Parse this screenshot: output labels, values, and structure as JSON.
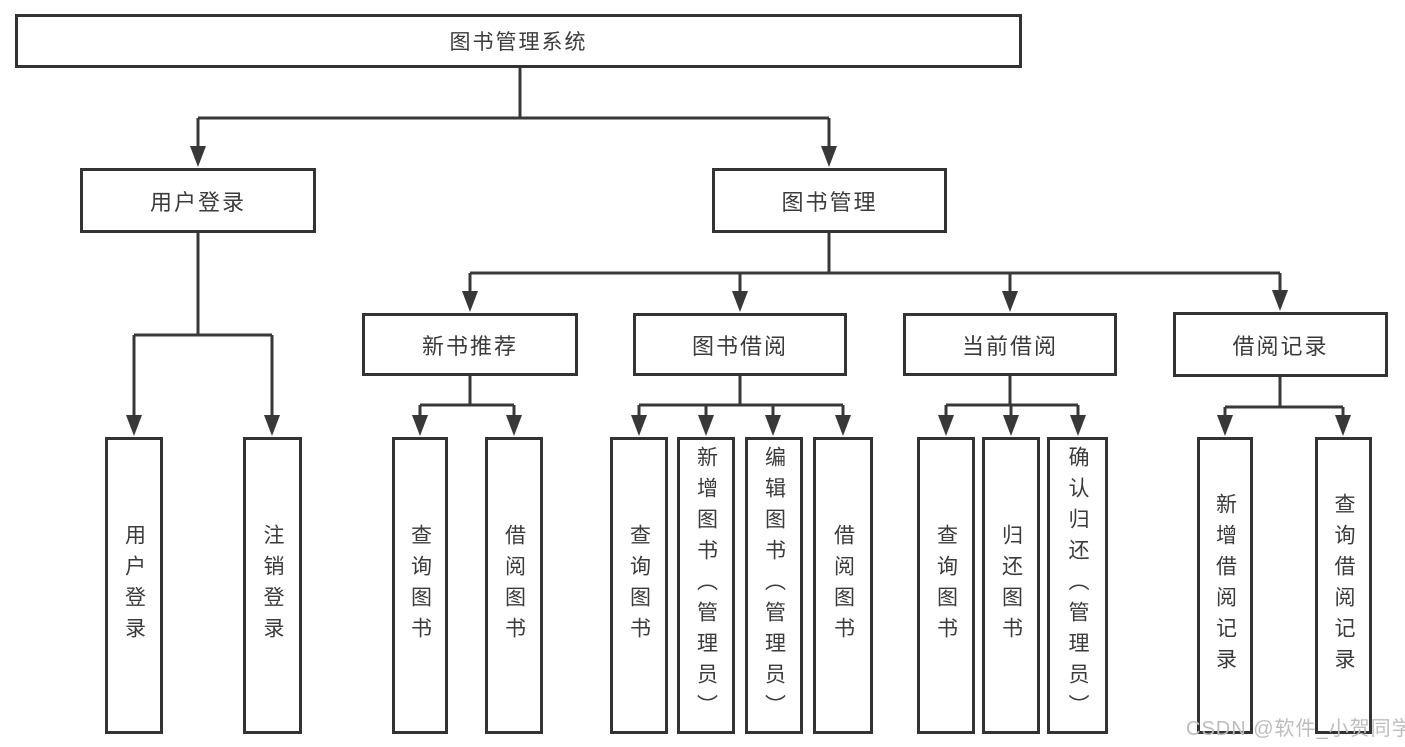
{
  "diagram": {
    "root": {
      "label": "图书管理系统"
    },
    "branches": [
      {
        "label": "用户登录",
        "children": [
          "用户登录",
          "注销登录"
        ]
      },
      {
        "label": "图书管理",
        "sections": [
          {
            "label": "新书推荐",
            "children": [
              "查询图书",
              "借阅图书"
            ]
          },
          {
            "label": "图书借阅",
            "children": [
              "查询图书",
              "新增图书（管理员）",
              "编辑图书（管理员）",
              "借阅图书"
            ]
          },
          {
            "label": "当前借阅",
            "children": [
              "查询图书",
              "归还图书",
              "确认归还（管理员）"
            ]
          },
          {
            "label": "借阅记录",
            "children": [
              "新增借阅记录",
              "查询借阅记录"
            ]
          }
        ]
      }
    ]
  },
  "watermark": {
    "text": "CSDN @软件_小贺同学"
  },
  "colors": {
    "line": "#383838",
    "box_border": "#333333",
    "text": "#3b3b3b",
    "background": "#ffffff",
    "watermark": "#bdbdbd"
  }
}
